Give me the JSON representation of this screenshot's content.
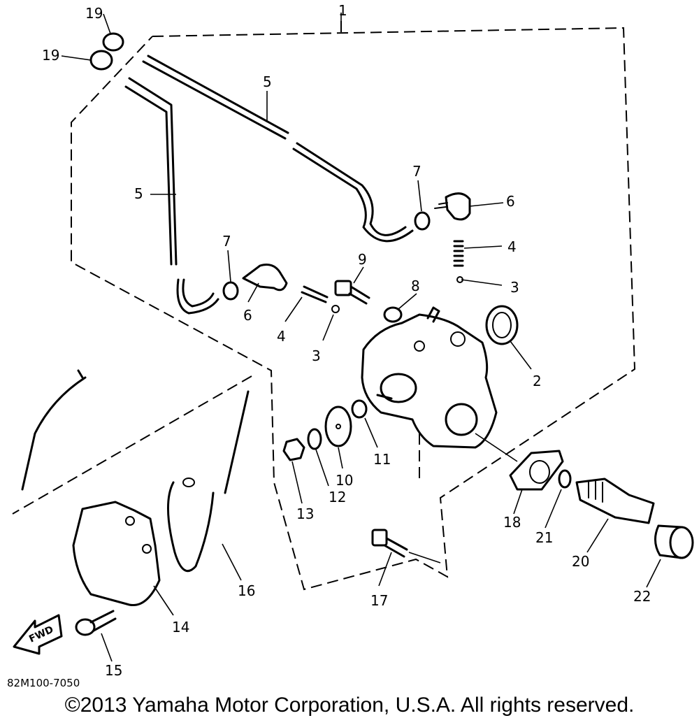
{
  "diagram_code": "82M100-7050",
  "copyright": "©2013 Yamaha Motor Corporation, U.S.A. All rights reserved.",
  "fwd_label": "FWD",
  "callouts": {
    "c1": "1",
    "c2": "2",
    "c3a": "3",
    "c3b": "3",
    "c4a": "4",
    "c4b": "4",
    "c5a": "5",
    "c5b": "5",
    "c6a": "6",
    "c6b": "6",
    "c7a": "7",
    "c7b": "7",
    "c8": "8",
    "c9": "9",
    "c10": "10",
    "c11": "11",
    "c12": "12",
    "c13": "13",
    "c14": "14",
    "c15": "15",
    "c16": "16",
    "c17": "17",
    "c18": "18",
    "c19a": "19",
    "c19b": "19",
    "c20": "20",
    "c21": "21",
    "c22": "22"
  }
}
